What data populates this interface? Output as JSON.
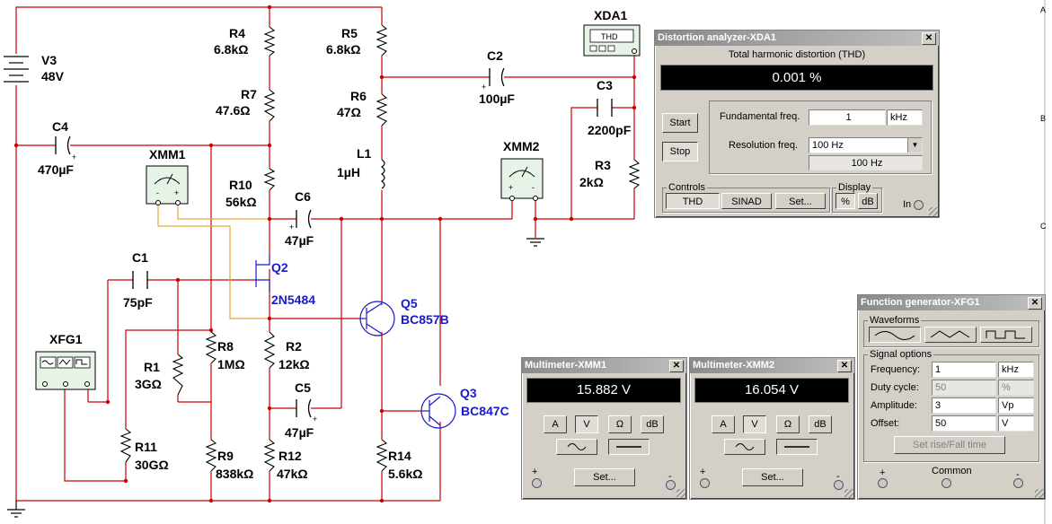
{
  "components": {
    "V3": {
      "name": "V3",
      "value": "48V"
    },
    "R4": {
      "name": "R4",
      "value": "6.8kΩ"
    },
    "R5": {
      "name": "R5",
      "value": "6.8kΩ"
    },
    "R6": {
      "name": "R6",
      "value": "47Ω"
    },
    "R7": {
      "name": "R7",
      "value": "47.6Ω"
    },
    "R10": {
      "name": "R10",
      "value": "56kΩ"
    },
    "C4": {
      "name": "C4",
      "value": "470µF"
    },
    "C2": {
      "name": "C2",
      "value": "100µF"
    },
    "C3": {
      "name": "C3",
      "value": "2200pF"
    },
    "C6": {
      "name": "C6",
      "value": "47µF"
    },
    "C5": {
      "name": "C5",
      "value": "47µF"
    },
    "C1": {
      "name": "C1",
      "value": "75pF"
    },
    "L1": {
      "name": "L1",
      "value": "1µH"
    },
    "R3": {
      "name": "R3",
      "value": "2kΩ"
    },
    "R1": {
      "name": "R1",
      "value": "3GΩ"
    },
    "R8": {
      "name": "R8",
      "value": "1MΩ"
    },
    "R2": {
      "name": "R2",
      "value": "12kΩ"
    },
    "R11": {
      "name": "R11",
      "value": "30GΩ"
    },
    "R9": {
      "name": "R9",
      "value": "838kΩ"
    },
    "R12": {
      "name": "R12",
      "value": "47kΩ"
    },
    "R14": {
      "name": "R14",
      "value": "5.6kΩ"
    },
    "Q2": {
      "name": "Q2",
      "value": "2N5484"
    },
    "Q5": {
      "name": "Q5",
      "value": "BC857B"
    },
    "Q3": {
      "name": "Q3",
      "value": "BC847C"
    },
    "XMM1": {
      "name": "XMM1"
    },
    "XMM2": {
      "name": "XMM2"
    },
    "XFG1": {
      "name": "XFG1"
    },
    "XDA1": {
      "name": "XDA1",
      "screen": "THD"
    }
  },
  "distortion": {
    "title": "Distortion analyzer-XDA1",
    "header": "Total harmonic distortion (THD)",
    "reading": "0.001 %",
    "start": "Start",
    "stop": "Stop",
    "fund_label": "Fundamental freq.",
    "fund_value": "1",
    "fund_unit": "kHz",
    "res_label": "Resolution freq.",
    "res_value": "100 Hz",
    "res_readout": "100 Hz",
    "controls_title": "Controls",
    "thd": "THD",
    "sinad": "SINAD",
    "set": "Set...",
    "display_title": "Display",
    "percent": "%",
    "db": "dB",
    "in_label": "In"
  },
  "xmm1": {
    "title": "Multimeter-XMM1",
    "reading": "15.882 V",
    "btn_a": "A",
    "btn_v": "V",
    "btn_ohm": "Ω",
    "btn_db": "dB",
    "set": "Set...",
    "plus": "+",
    "minus": "-"
  },
  "xmm2": {
    "title": "Multimeter-XMM2",
    "reading": "16.054 V",
    "btn_a": "A",
    "btn_v": "V",
    "btn_ohm": "Ω",
    "btn_db": "dB",
    "set": "Set...",
    "plus": "+",
    "minus": "-"
  },
  "fg": {
    "title": "Function generator-XFG1",
    "waveforms_title": "Waveforms",
    "signal_title": "Signal options",
    "freq_label": "Frequency:",
    "freq_value": "1",
    "freq_unit": "kHz",
    "duty_label": "Duty cycle:",
    "duty_value": "50",
    "duty_unit": "%",
    "amp_label": "Amplitude:",
    "amp_value": "3",
    "amp_unit": "Vp",
    "off_label": "Offset:",
    "off_value": "50",
    "off_unit": "V",
    "rise_fall": "Set rise/Fall time",
    "plus": "+",
    "common": "Common",
    "minus": "-"
  },
  "border_marks": {
    "a": "A",
    "b": "B",
    "c": "C"
  },
  "colors": {
    "wire": "#cc0000",
    "probe": "#e8a33c",
    "transistor": "#1a1ac8",
    "window": "#d4d0c8"
  }
}
